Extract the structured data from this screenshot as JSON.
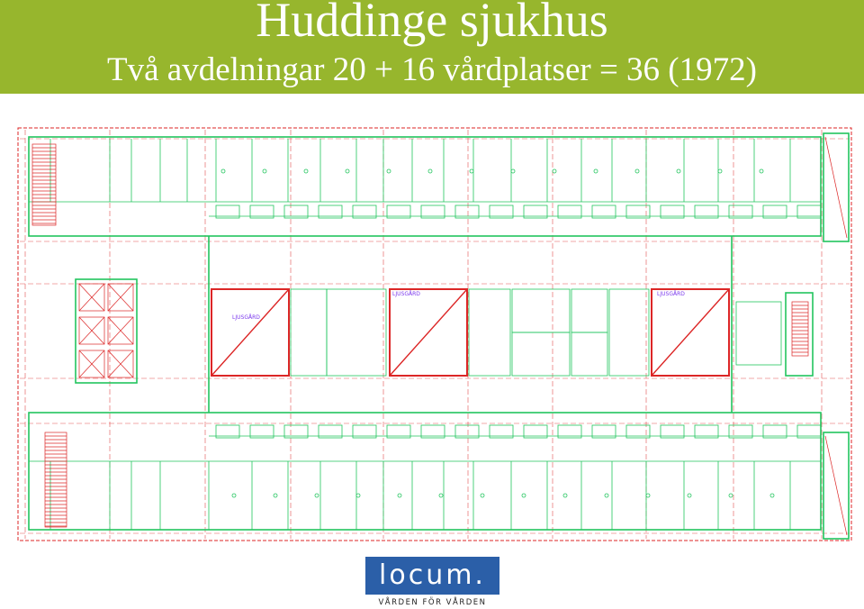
{
  "header": {
    "title": "Huddinge sjukhus",
    "subtitle": "Två avdelningar 20 + 16 vårdplatser = 36 (1972)"
  },
  "plan": {
    "room_labels": [
      "LJUSGÅRD",
      "LJUSGÅRD",
      "LJUSGÅRD"
    ]
  },
  "logo": {
    "name": "locum.",
    "tagline": "VÅRDEN FÖR VÅRDEN"
  },
  "colors": {
    "banner": "#97b62d",
    "logo": "#2b5fa8",
    "walls": "#22c55e",
    "grid": "#dc2626"
  }
}
